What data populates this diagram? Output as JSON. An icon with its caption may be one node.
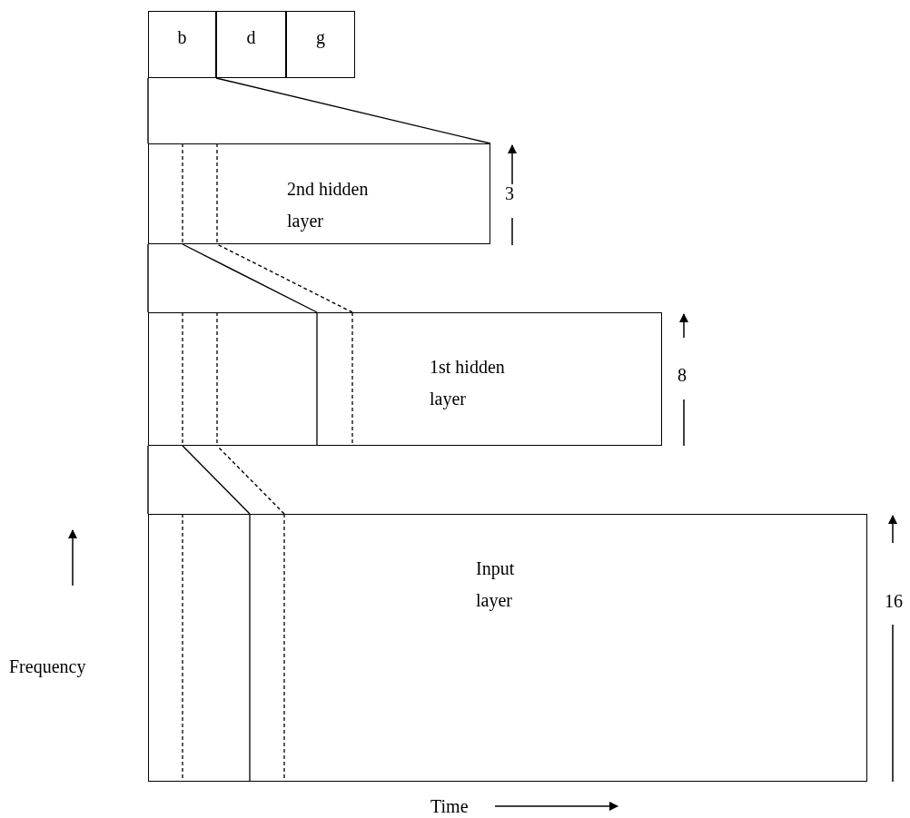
{
  "diagram": {
    "nodes": [
      {
        "text": [
          "b"
        ]
      },
      {
        "text": [
          "d"
        ]
      },
      {
        "text": [
          "g"
        ]
      },
      {
        "text": [
          "2nd hidden layer"
        ],
        "beside": [
          "3"
        ]
      },
      {
        "text": [
          "1st hidden layer"
        ],
        "beside": [
          "8"
        ]
      },
      {
        "text": [
          "Input layer"
        ],
        "beside": [
          "16"
        ]
      }
    ],
    "edges": [
      {
        "from": 3,
        "to": 0,
        "arrow": "none"
      },
      {
        "from": 3,
        "to": 0,
        "arrow": "none"
      },
      {
        "from": 4,
        "to": 3,
        "arrow": "none"
      },
      {
        "from": 4,
        "to": 3,
        "arrow": "none",
        "style": "dashed"
      },
      {
        "from": 4,
        "to": 3,
        "arrow": "none"
      },
      {
        "from": 5,
        "to": 4,
        "arrow": "none"
      },
      {
        "from": 5,
        "to": 4,
        "arrow": "none",
        "style": "dashed"
      },
      {
        "from": 5,
        "to": 4,
        "arrow": "none"
      }
    ],
    "labels": [
      "Frequency",
      "Time"
    ]
  }
}
